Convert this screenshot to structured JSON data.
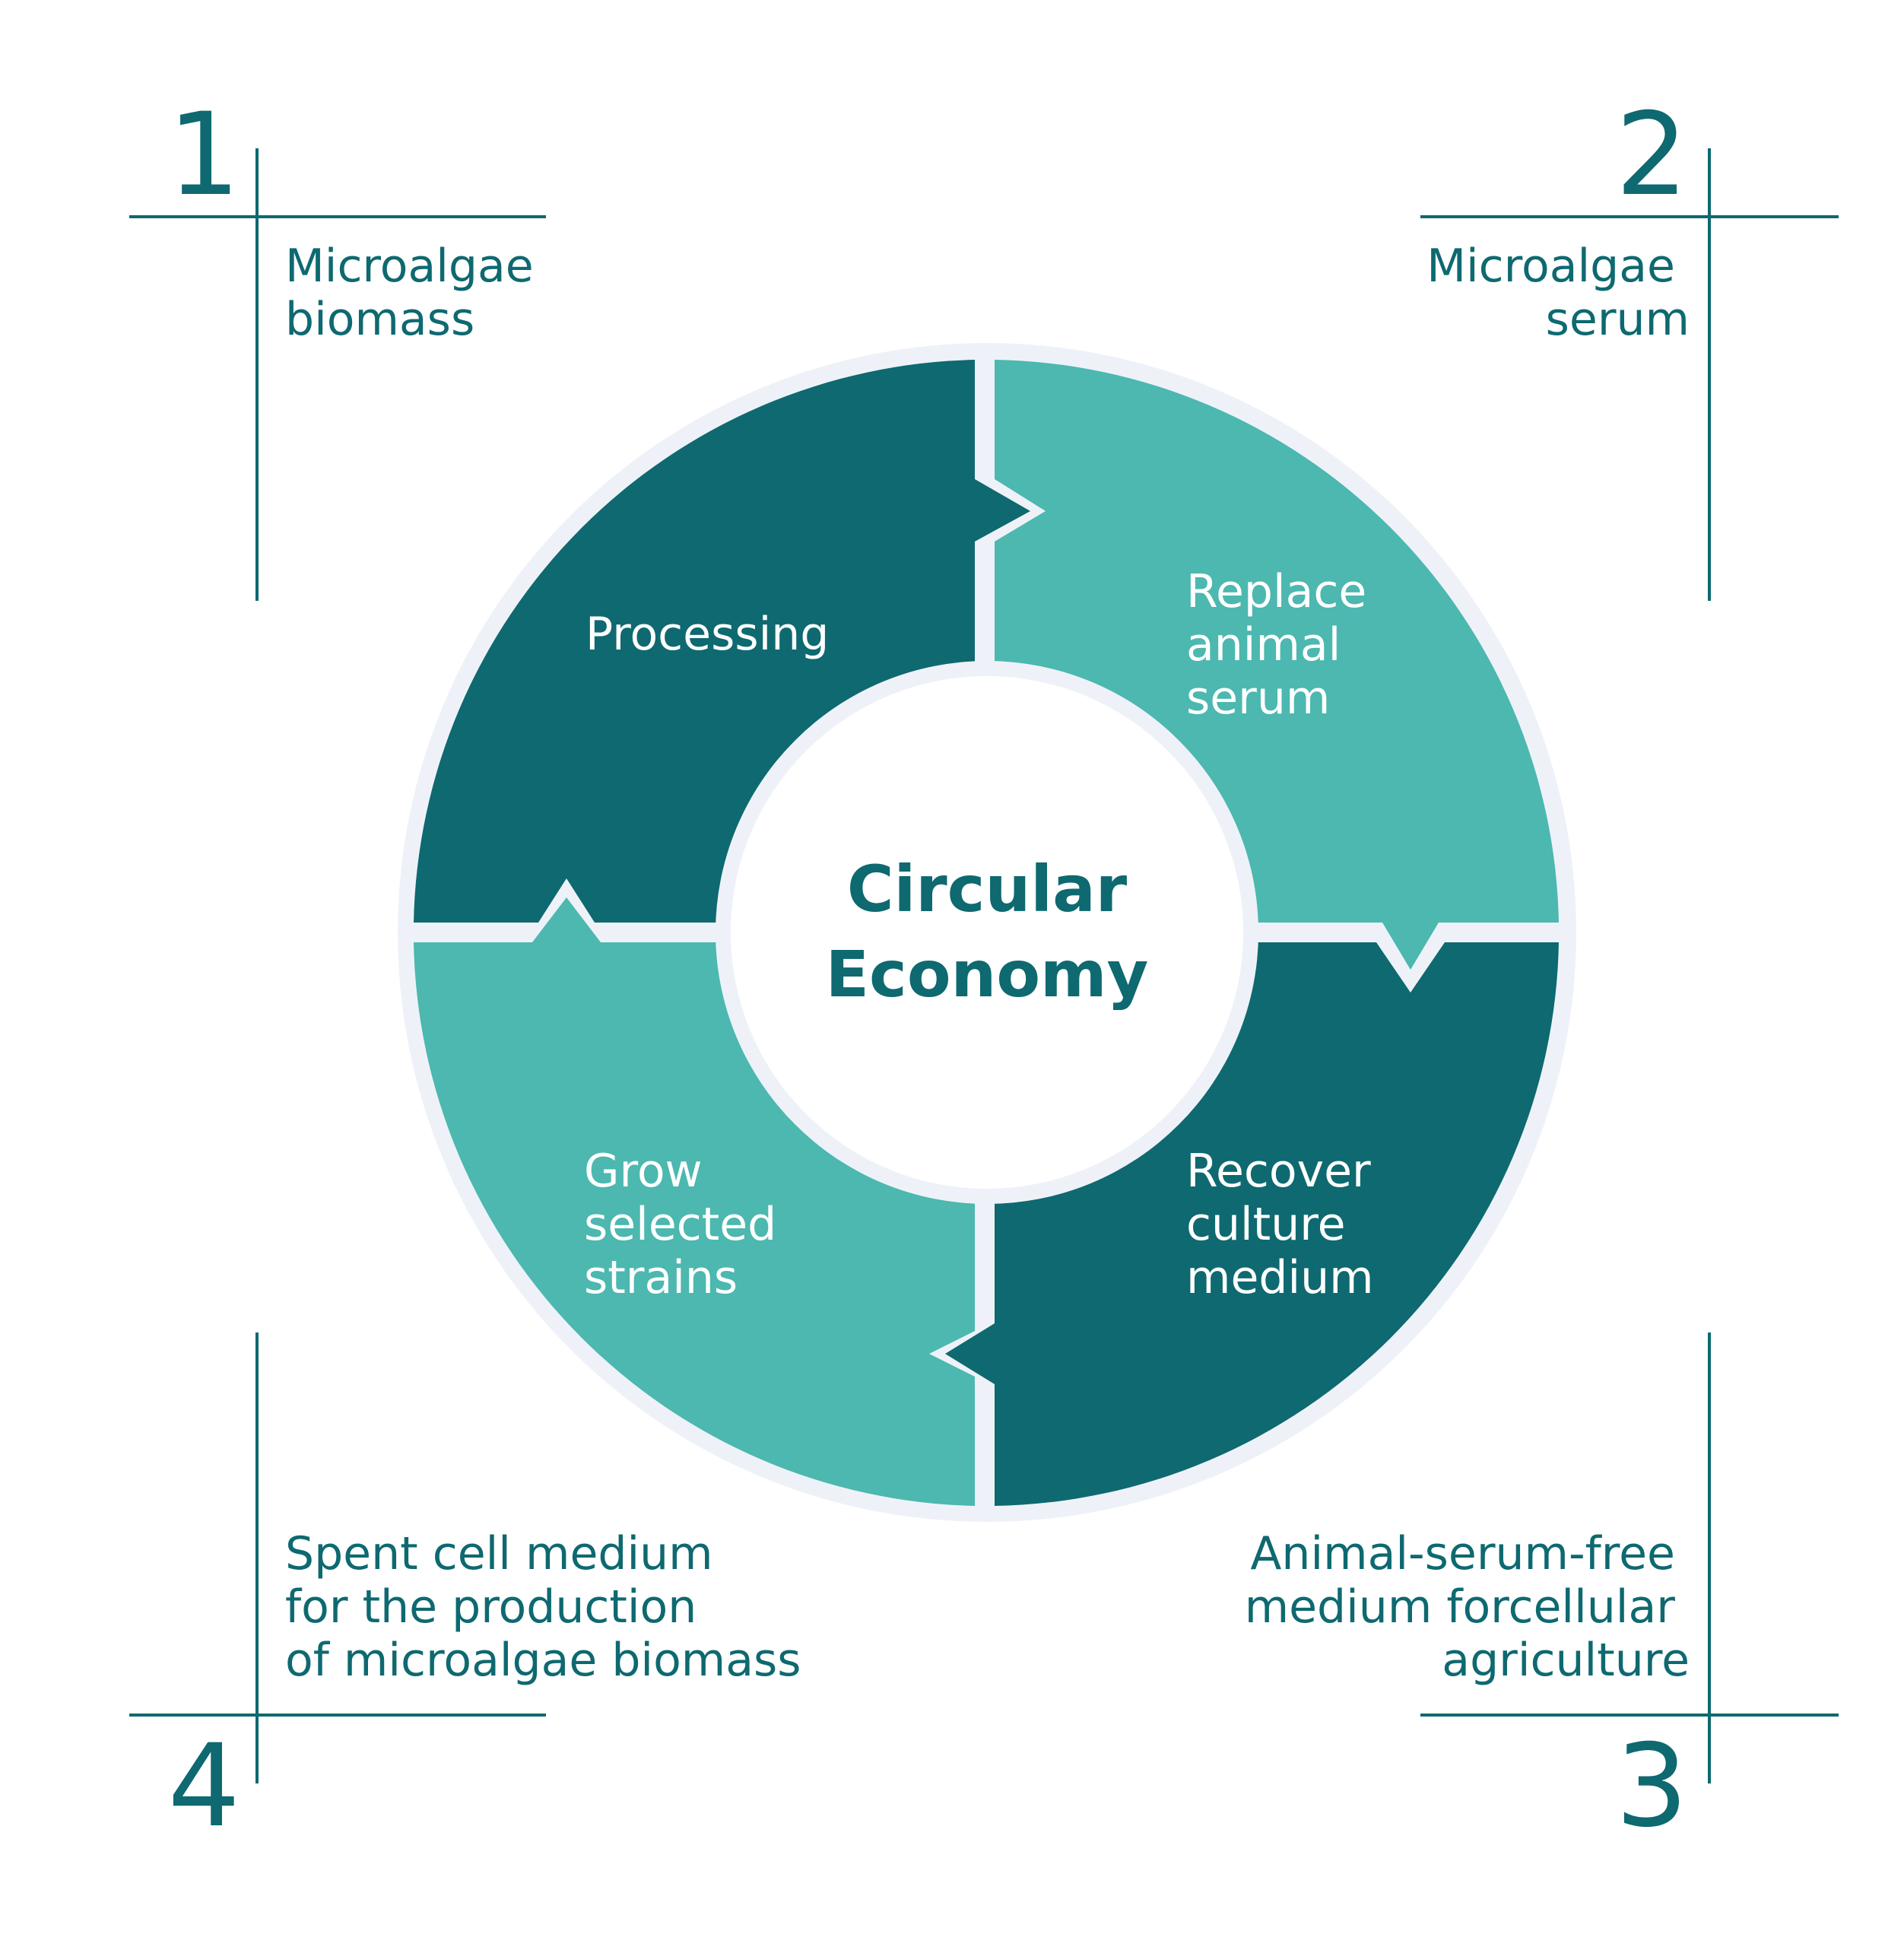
{
  "colors": {
    "dark_teal": "#0E6970",
    "light_teal": "#4CB8B0",
    "ring_border": "#EEF2F8",
    "text_teal": "#0E6970",
    "white": "#FFFFFF"
  },
  "center": {
    "line1": "Circular",
    "line2": "Economy"
  },
  "segments": {
    "top_left": {
      "lines": [
        "Processing"
      ]
    },
    "top_right": {
      "lines": [
        "Replace",
        "animal",
        "serum"
      ]
    },
    "bottom_right": {
      "lines": [
        "Recover",
        "culture",
        "medium"
      ]
    },
    "bottom_left": {
      "lines": [
        "Grow",
        "selected",
        "strains"
      ]
    }
  },
  "corners": {
    "c1": {
      "number": "1",
      "lines": [
        "Microalgae",
        "biomass"
      ]
    },
    "c2": {
      "number": "2",
      "lines": [
        "Microalgae",
        "serum"
      ]
    },
    "c3": {
      "number": "3",
      "lines": [
        "Animal-serum-free",
        "medium forcellular",
        "agriculture"
      ]
    },
    "c4": {
      "number": "4",
      "lines": [
        "Spent cell medium",
        "for the production",
        "of microalgae biomass"
      ]
    }
  }
}
